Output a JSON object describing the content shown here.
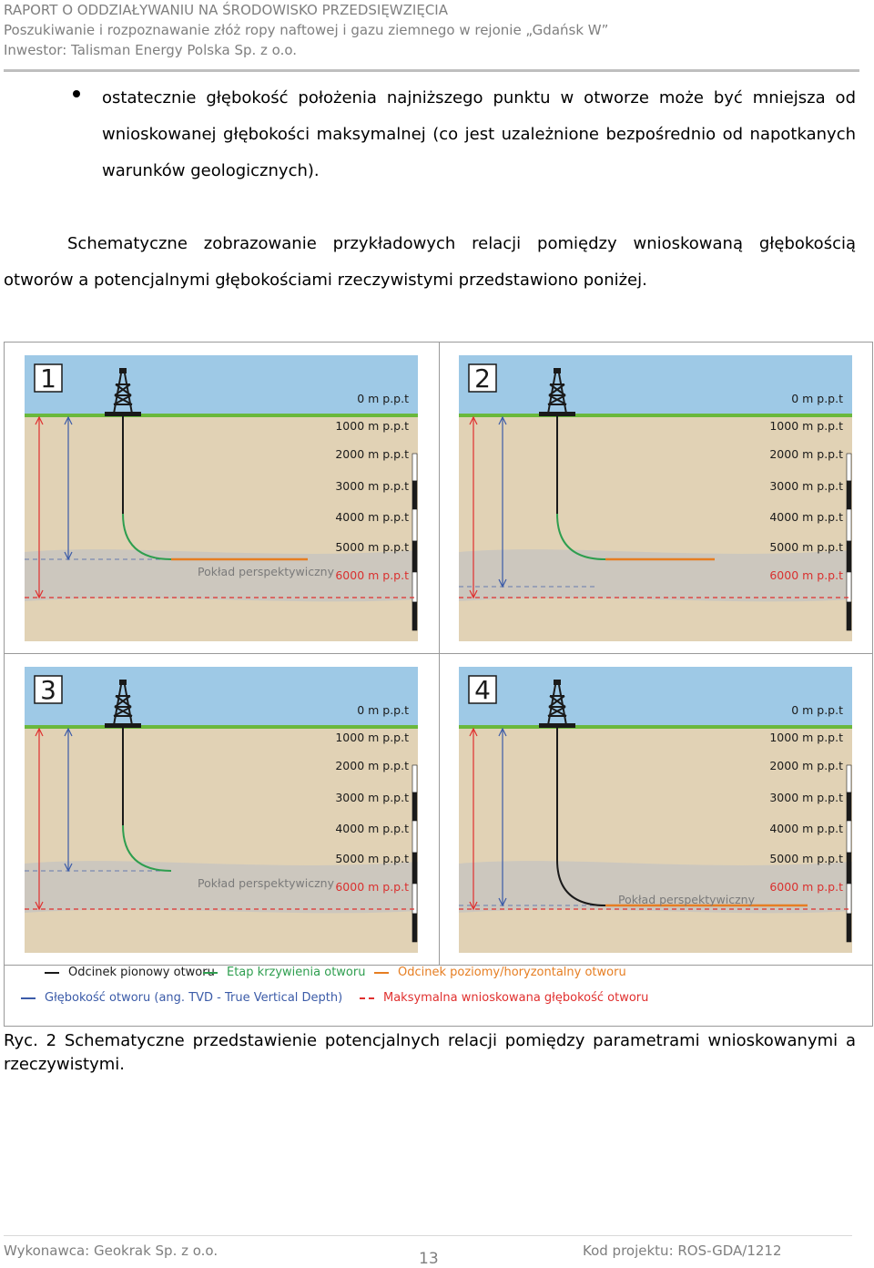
{
  "header": {
    "line1": "RAPORT O ODDZIAŁYWANIU NA ŚRODOWISKO PRZEDSIĘWZIĘCIA",
    "line2": "Poszukiwanie i rozpoznawanie złóż ropy naftowej i gazu ziemnego w rejonie „Gdańsk W”",
    "line3": "Inwestor: Talisman Energy Polska Sp. z o.o."
  },
  "bullet": {
    "text": "ostatecznie głębokość położenia najniższego punktu w otworze może być mniejsza od wnioskowanej głębokości maksymalnej (co jest uzależnione bezpośrednio od napotkanych warunków geologicznych)."
  },
  "paragraph": "Schematyczne zobrazowanie przykładowych relacji pomiędzy wnioskowaną głębokością otworów a potencjalnymi głębokościami rzeczywistymi przedstawiono poniżej.",
  "figure": {
    "depth_labels": [
      "0 m p.p.t",
      "1000 m p.p.t",
      "2000 m p.p.t",
      "3000 m p.p.t",
      "4000 m p.p.t",
      "5000 m p.p.t",
      "6000 m p.p.t"
    ],
    "layer_label": "Pokład perspektywiczny",
    "panels": [
      {
        "number": "1",
        "layer_label_shown": true
      },
      {
        "number": "2",
        "layer_label_shown": false
      },
      {
        "number": "3",
        "layer_label_shown": true
      },
      {
        "number": "4",
        "layer_label_shown": true
      }
    ],
    "legend": {
      "vertical": "Odcinek pionowy otworu",
      "curve": "Etap krzywienia otworu",
      "horizontal": "Odcinek poziomy/horyzontalny otworu",
      "tvd": "Głębokość otworu (ang. TVD - True Vertical Depth)",
      "max_depth": "Maksymalna wnioskowana głębokość otworu"
    },
    "colors": {
      "sky": "#9ec9e6",
      "soil": "#e1d2b5",
      "layer": "#c8c5c0",
      "grass": "#6ab83c",
      "vertical": "#1a1a1a",
      "curve": "#2e9e4f",
      "horizontal": "#e67e22",
      "tvd": "#3b5ba8",
      "max_depth": "#e0302f",
      "red_text": "#d9302f"
    }
  },
  "caption": "Ryc. 2 Schematyczne przedstawienie potencjalnych relacji pomiędzy parametrami wnioskowanymi a rzeczywistymi.",
  "footer": {
    "left": "Wykonawca: Geokrak Sp. z o.o.",
    "page": "13",
    "right": "Kod projektu: ROS-GDA/1212"
  }
}
